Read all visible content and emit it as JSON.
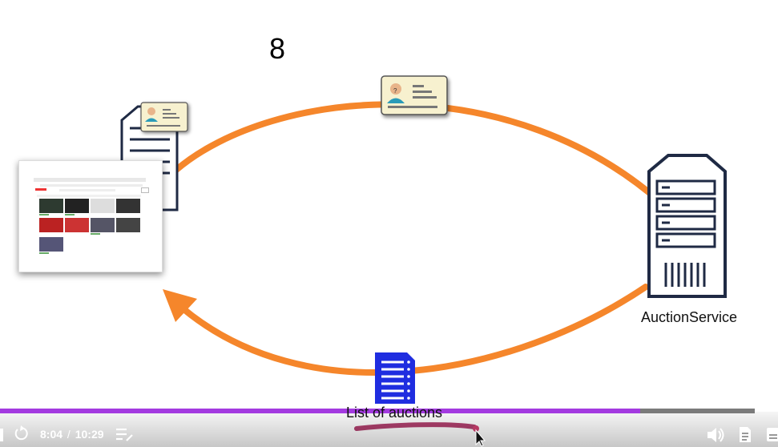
{
  "slide": {
    "step_number": "8",
    "service_label": "AuctionService",
    "list_label": "List of auctions"
  },
  "icons": {
    "id_card": "id-card-icon",
    "client_server": "server-icon",
    "auction_server": "server-icon",
    "document_list": "document-list-icon",
    "browser_screenshot": "browser-screenshot"
  },
  "colors": {
    "arrow": "#f5862b",
    "server_outline": "#1f2a44",
    "document_blue": "#1f2de0",
    "progress": "#a33ae0",
    "id_card_bg": "#f7f1cf"
  },
  "player": {
    "current_time": "8:04",
    "duration": "10:29",
    "progress": 0.848,
    "buttons": [
      "play-pause",
      "replay",
      "playlist",
      "volume",
      "transcript",
      "captions"
    ]
  }
}
